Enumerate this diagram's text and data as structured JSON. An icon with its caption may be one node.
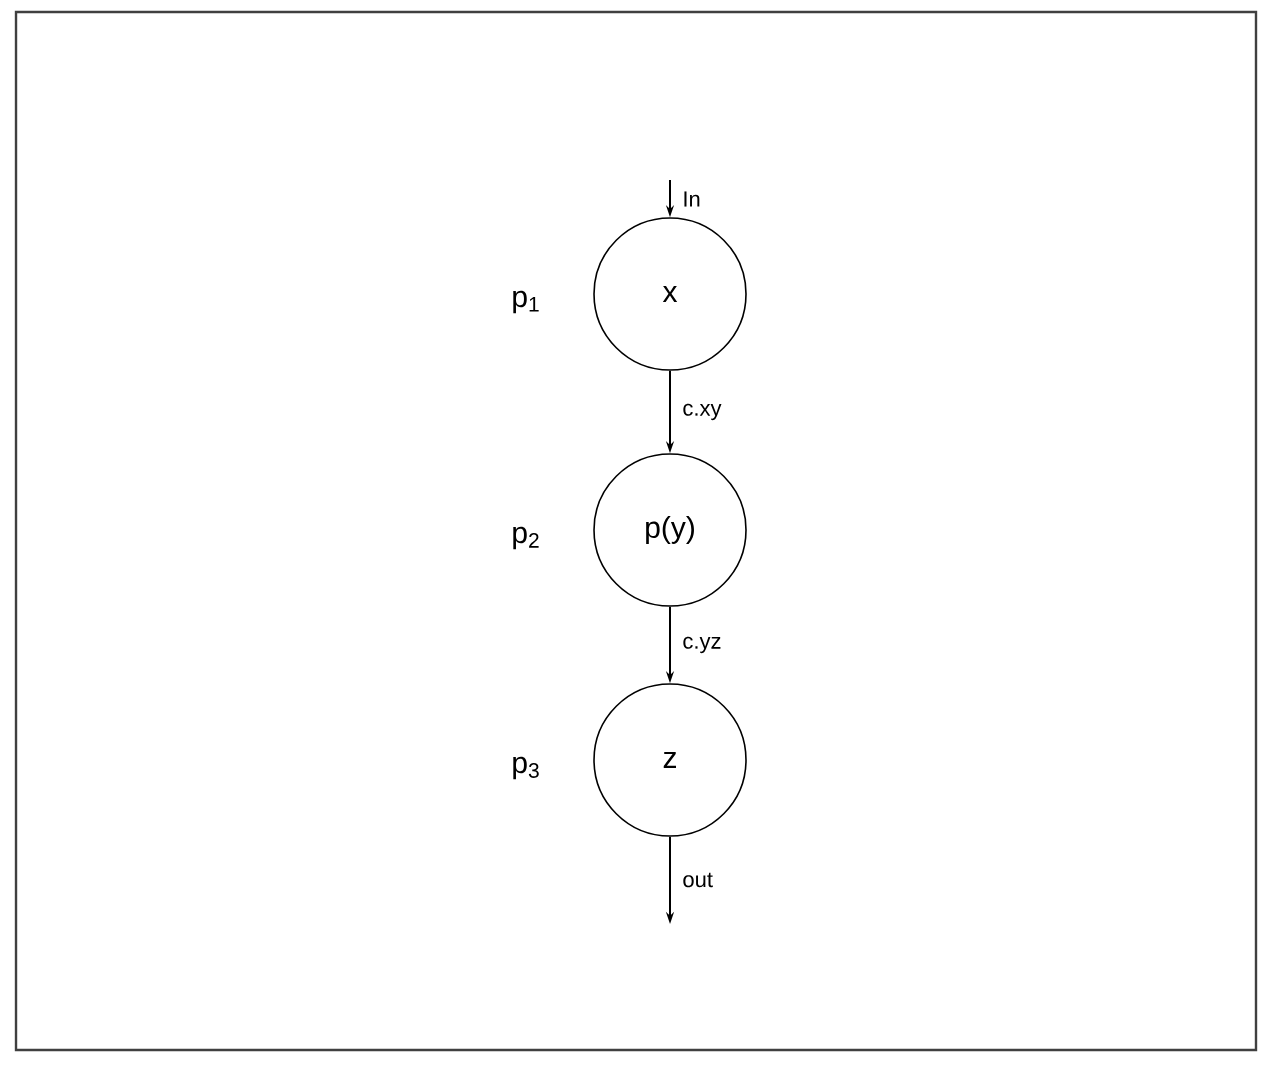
{
  "diagram": {
    "nodes": [
      {
        "text": [
          "x"
        ],
        "beside": [
          "p$_{1}$"
        ]
      },
      {
        "text": [
          "p(y)"
        ],
        "beside": [
          "p$_{2}$"
        ]
      },
      {
        "text": [
          "z"
        ],
        "beside": [
          "p$_{3}$"
        ]
      }
    ],
    "edges": [
      {
        "from": null,
        "to": 0,
        "arrow": "to",
        "label": "In"
      },
      {
        "from": 0,
        "to": 1,
        "arrow": "to",
        "label": "c.xy"
      },
      {
        "from": 1,
        "to": 2,
        "arrow": "to",
        "label": "c.yz"
      },
      {
        "from": 2,
        "to": null,
        "arrow": "to",
        "label": "out"
      }
    ]
  }
}
